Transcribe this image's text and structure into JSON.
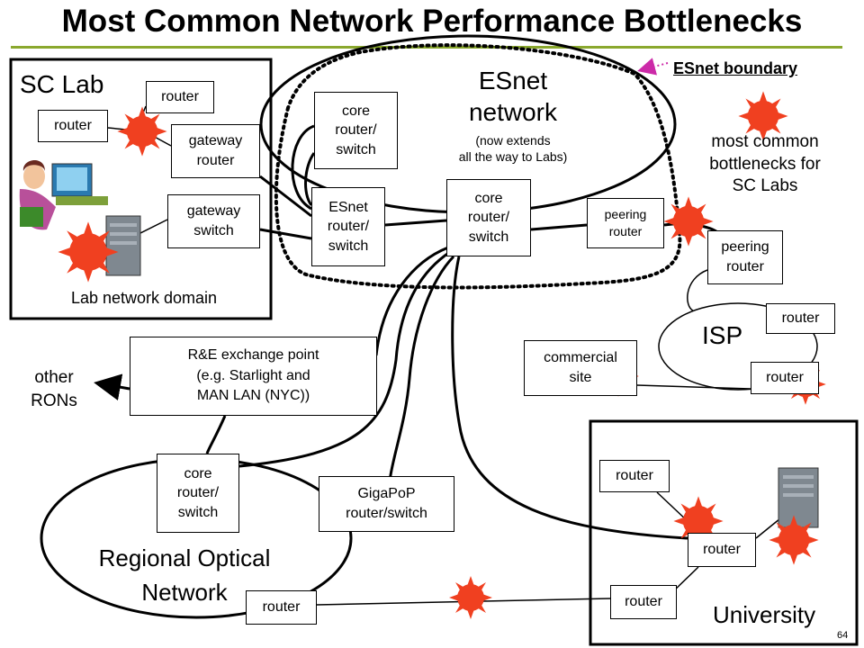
{
  "title": "Most Common Network Performance Bottlenecks",
  "page_number": "64",
  "esnet_boundary_label": "ESnet boundary",
  "legend_text": "most common\nbottlenecks for\nSC Labs",
  "sc_lab": {
    "title": "SC Lab",
    "router_top": "router",
    "router_left": "router",
    "gateway_router": "gateway\nrouter",
    "gateway_switch": "gateway\nswitch",
    "domain_label": "Lab network domain"
  },
  "esnet": {
    "title": "ESnet\nnetwork",
    "subtitle": "(now extends\nall the way to Labs)",
    "core_router_1": "core\nrouter/\nswitch",
    "esnet_router": "ESnet\nrouter/\nswitch",
    "core_router_2": "core\nrouter/\nswitch",
    "peering_router": "peering\nrouter"
  },
  "isp": {
    "label": "ISP",
    "peering_router": "peering\nrouter",
    "router_1": "router",
    "router_2": "router",
    "commercial_site": "commercial\nsite"
  },
  "rne": {
    "exchange_point": "R&E exchange point\n(e.g. Starlight and\nMAN LAN (NYC))",
    "other_rons": "other\nRONs"
  },
  "regional": {
    "label": "Regional Optical\nNetwork",
    "core_router": "core\nrouter/\nswitch",
    "gigapop": "GigaPoP\nrouter/switch",
    "router": "router"
  },
  "university": {
    "label": "University",
    "router_top": "router",
    "router_mid": "router",
    "router_bottom": "router"
  },
  "colors": {
    "bottleneck": "#f04020",
    "boundary_arrow": "#cc2aa8",
    "title_rule": "#8aa82e"
  }
}
